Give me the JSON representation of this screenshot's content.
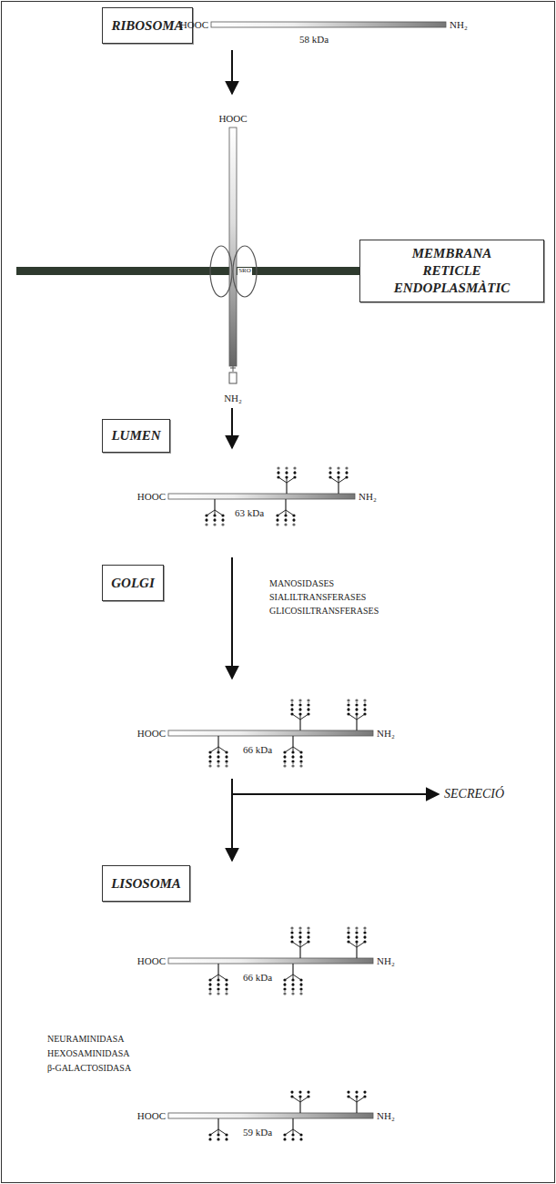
{
  "diagram": {
    "nodes": [
      {
        "text": [
          "RIBOSOMA"
        ]
      },
      {
        "text": [
          "MEMBRANA RETICLE ENDOPLASMÀTIC"
        ]
      },
      {
        "text": [
          "LUMEN"
        ]
      },
      {
        "text": [
          "GOLGI"
        ]
      },
      {
        "text": [
          "LISOSOMA"
        ]
      }
    ],
    "labels": [
      "HOOC",
      "NH₂",
      "58 kDa",
      "HOOC",
      "NH₂",
      "SRO",
      "HOOC",
      "NH₂",
      "63 kDa",
      "MANOSIDASES",
      "SIALILTRANSFERASES",
      "GLICOSILTRANSFERASES",
      "HOOC",
      "66 kDa",
      "NH₂",
      "SECRECIÓ",
      "HOOC",
      "66 kDa",
      "NH₂",
      "NEURAMINIDASA",
      "HEXOSAMINIDASA",
      "β-GALACTOSIDASA",
      "HOOC",
      "59 kDa",
      "NH₂"
    ]
  }
}
